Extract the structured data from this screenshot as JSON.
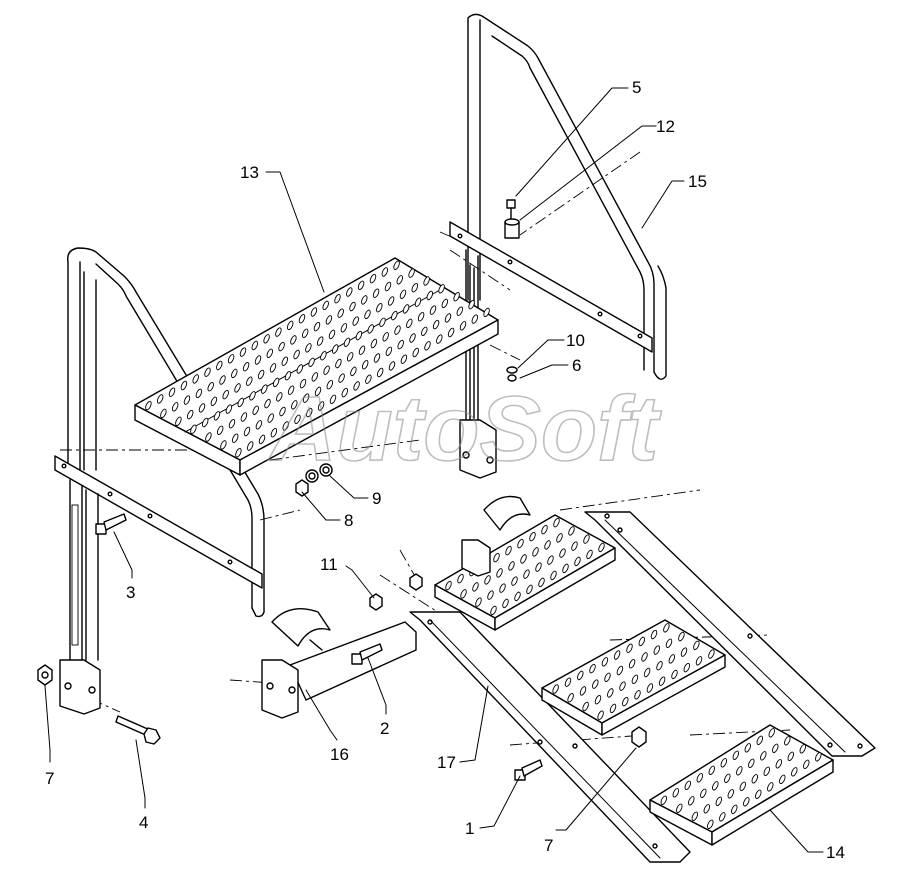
{
  "watermark": "AutoSoft",
  "callouts": [
    {
      "id": "c5",
      "text": "5"
    },
    {
      "id": "c12",
      "text": "12"
    },
    {
      "id": "c15",
      "text": "15"
    },
    {
      "id": "c13",
      "text": "13"
    },
    {
      "id": "c10",
      "text": "10"
    },
    {
      "id": "c6",
      "text": "6"
    },
    {
      "id": "c9",
      "text": "9"
    },
    {
      "id": "c8",
      "text": "8"
    },
    {
      "id": "c3",
      "text": "3"
    },
    {
      "id": "c11",
      "text": "11"
    },
    {
      "id": "c7a",
      "text": "7"
    },
    {
      "id": "c16",
      "text": "16"
    },
    {
      "id": "c2",
      "text": "2"
    },
    {
      "id": "c17",
      "text": "17"
    },
    {
      "id": "c4",
      "text": "4"
    },
    {
      "id": "c1",
      "text": "1"
    },
    {
      "id": "c7b",
      "text": "7"
    },
    {
      "id": "c14",
      "text": "14"
    }
  ]
}
